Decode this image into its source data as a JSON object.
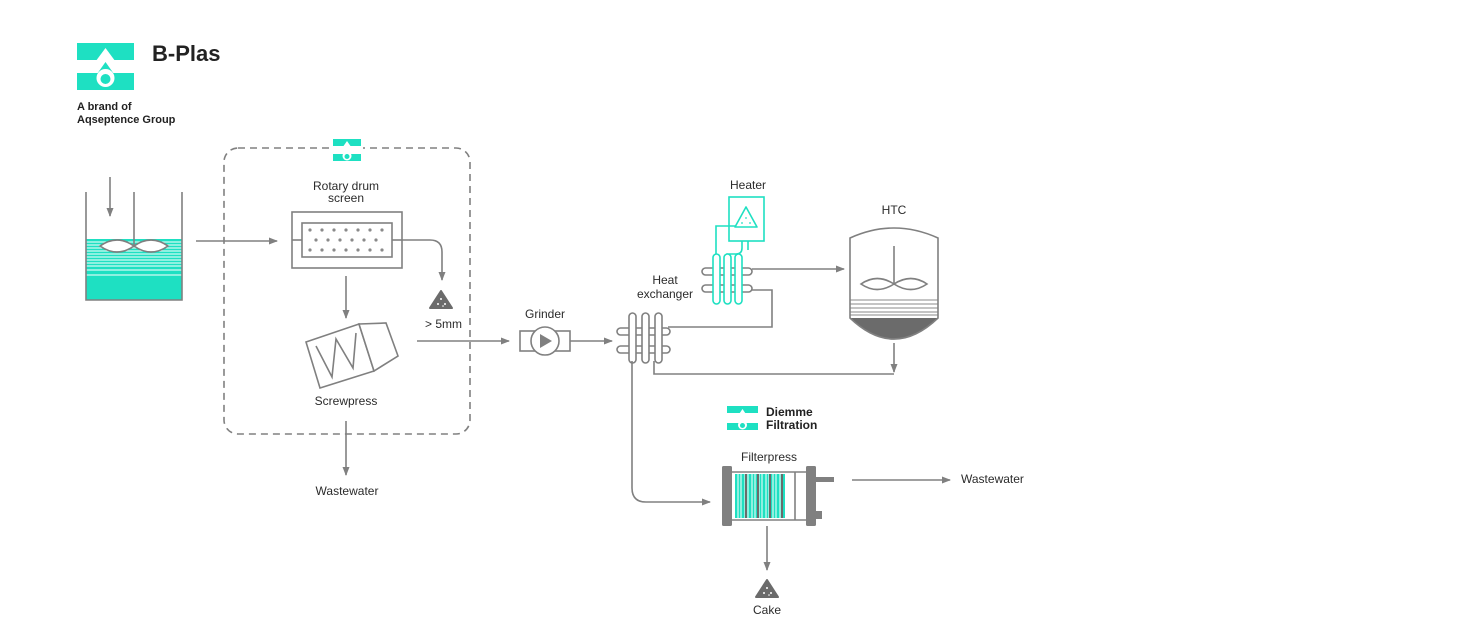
{
  "brand": {
    "name": "B-Plas",
    "tagline_1": "A brand of",
    "tagline_2": "Aqseptence Group"
  },
  "labels": {
    "rotary_1": "Rotary drum",
    "rotary_2": "screen",
    "screenpress": "Screwpress",
    "wastewater_1": "Wastewater",
    "over5": "> 5mm",
    "grinder": "Grinder",
    "heat_1": "Heat",
    "heat_2": "exchanger",
    "heater": "Heater",
    "htc": "HTC",
    "diemme_1": "Diemme",
    "diemme_2": "Filtration",
    "filterpress": "Filterpress",
    "wastewater_2": "Wastewater",
    "cake": "Cake"
  },
  "colors": {
    "teal": "#1ee0c2",
    "gray": "#808080",
    "dark": "#6b6b6b"
  }
}
